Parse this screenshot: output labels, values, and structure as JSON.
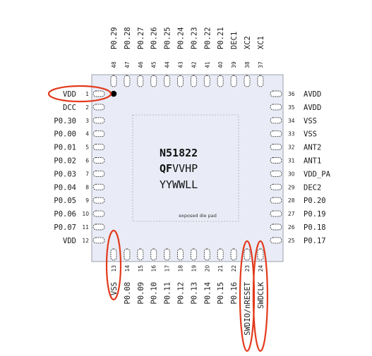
{
  "chip": {
    "marking": {
      "line1": "N51822",
      "line2_bold": "QF",
      "line2_rest": "VVHP",
      "line3": "YYWWLL"
    },
    "exposed_pad_label": "exposed die pad"
  },
  "pins": {
    "left": [
      {
        "num": "1",
        "name": "VDD"
      },
      {
        "num": "2",
        "name": "DCC"
      },
      {
        "num": "3",
        "name": "P0.30"
      },
      {
        "num": "4",
        "name": "P0.00"
      },
      {
        "num": "5",
        "name": "P0.01"
      },
      {
        "num": "6",
        "name": "P0.02"
      },
      {
        "num": "7",
        "name": "P0.03"
      },
      {
        "num": "8",
        "name": "P0.04"
      },
      {
        "num": "9",
        "name": "P0.05"
      },
      {
        "num": "10",
        "name": "P0.06"
      },
      {
        "num": "11",
        "name": "P0.07"
      },
      {
        "num": "12",
        "name": "VDD"
      }
    ],
    "bottom": [
      {
        "num": "13",
        "name": "VSS"
      },
      {
        "num": "14",
        "name": "P0.08"
      },
      {
        "num": "15",
        "name": "P0.09"
      },
      {
        "num": "16",
        "name": "P0.10"
      },
      {
        "num": "17",
        "name": "P0.11"
      },
      {
        "num": "18",
        "name": "P0.12"
      },
      {
        "num": "19",
        "name": "P0.13"
      },
      {
        "num": "20",
        "name": "P0.14"
      },
      {
        "num": "21",
        "name": "P0.15"
      },
      {
        "num": "22",
        "name": "P0.16"
      },
      {
        "num": "23",
        "name": "SWDIO/nRESET"
      },
      {
        "num": "24",
        "name": "SWDCLK"
      }
    ],
    "right": [
      {
        "num": "36",
        "name": "AVDD"
      },
      {
        "num": "35",
        "name": "AVDD"
      },
      {
        "num": "34",
        "name": "VSS"
      },
      {
        "num": "33",
        "name": "VSS"
      },
      {
        "num": "32",
        "name": "ANT2"
      },
      {
        "num": "31",
        "name": "ANT1"
      },
      {
        "num": "30",
        "name": "VDD_PA"
      },
      {
        "num": "29",
        "name": "DEC2"
      },
      {
        "num": "28",
        "name": "P0.20"
      },
      {
        "num": "27",
        "name": "P0.19"
      },
      {
        "num": "26",
        "name": "P0.18"
      },
      {
        "num": "25",
        "name": "P0.17"
      }
    ],
    "top": [
      {
        "num": "48",
        "name": "P0.29"
      },
      {
        "num": "47",
        "name": "P0.28"
      },
      {
        "num": "46",
        "name": "P0.27"
      },
      {
        "num": "45",
        "name": "P0.26"
      },
      {
        "num": "44",
        "name": "P0.25"
      },
      {
        "num": "43",
        "name": "P0.24"
      },
      {
        "num": "42",
        "name": "P0.23"
      },
      {
        "num": "41",
        "name": "P0.22"
      },
      {
        "num": "40",
        "name": "P0.21"
      },
      {
        "num": "39",
        "name": "DEC1"
      },
      {
        "num": "38",
        "name": "XC2"
      },
      {
        "num": "37",
        "name": "XC1"
      }
    ]
  },
  "highlighted_pins": [
    "1",
    "13",
    "23",
    "24"
  ],
  "colors": {
    "highlight": "#e23a1c",
    "package_body": "#e9ecf6"
  }
}
